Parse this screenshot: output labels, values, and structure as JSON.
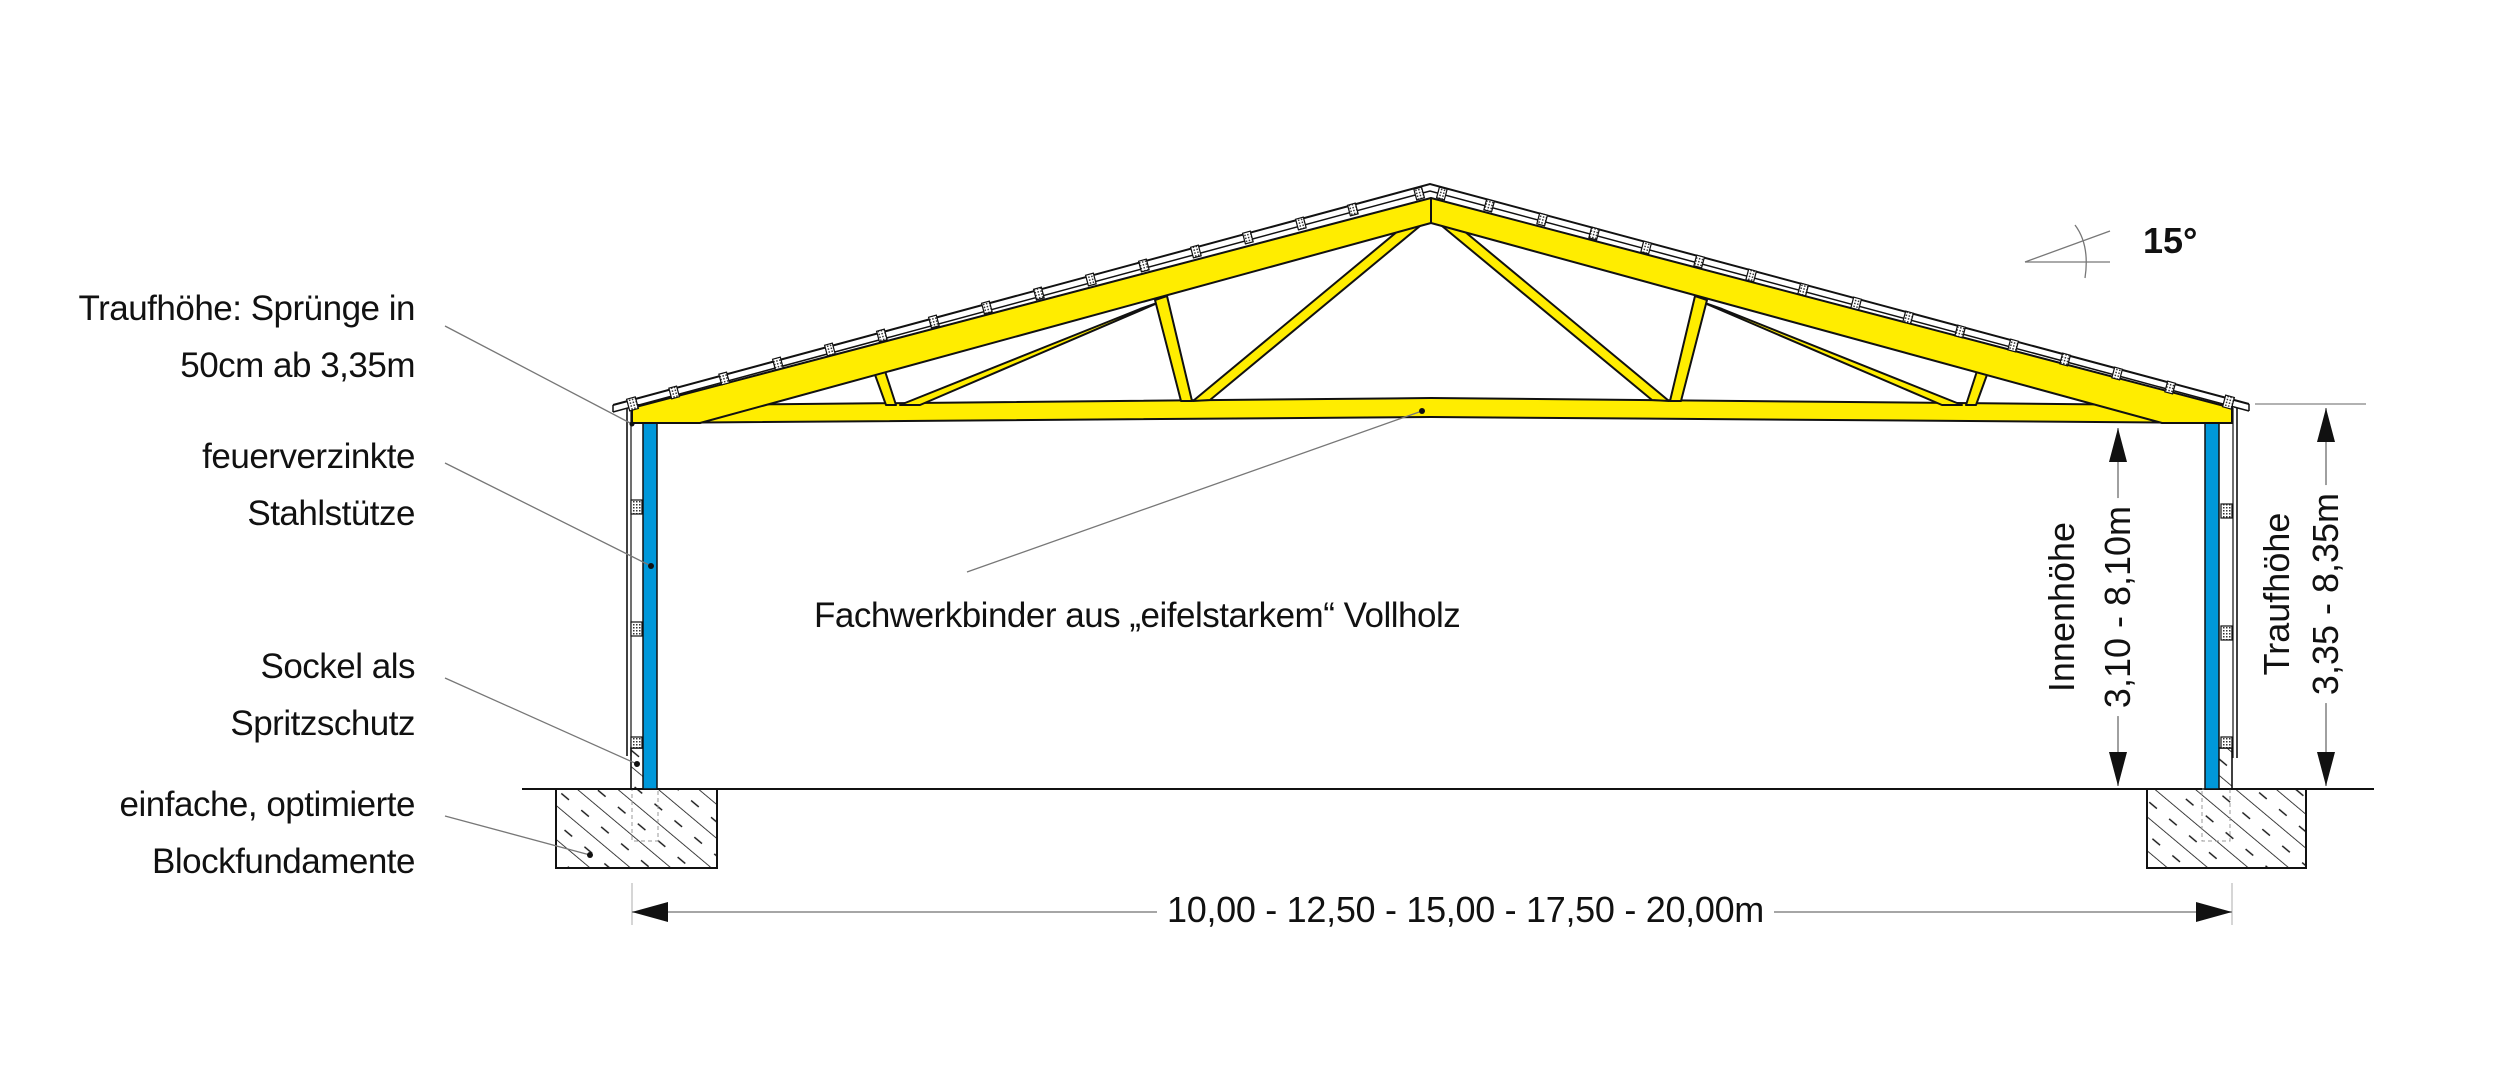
{
  "colors": {
    "timber_yellow": "#FFED00",
    "steel_blue": "#0098DA",
    "line": "#111111",
    "leader": "#777777"
  },
  "annotations": {
    "eave_height_steps": {
      "line1": "Traufhöhe: Sprünge in",
      "line2": "50cm ab 3,35m"
    },
    "steel_column": {
      "line1": "feuerverzinkte",
      "line2": "Stahlstütze"
    },
    "plinth": {
      "line1": "Sockel als",
      "line2": "Spritzschutz"
    },
    "foundation": {
      "line1": "einfache, optimierte",
      "line2": "Blockfundamente"
    },
    "truss": "Fachwerkbinder aus „eifelstarkem“ Vollholz"
  },
  "dimensions": {
    "span": "10,00 - 12,50 - 15,00 - 17,50 - 20,00m",
    "inner_height_label": "Innenhöhe",
    "inner_height_value": "3,10 - 8,10m",
    "eave_height_label": "Traufhöhe",
    "eave_height_value": "3,35 - 8,35m",
    "roof_pitch": "15°"
  }
}
